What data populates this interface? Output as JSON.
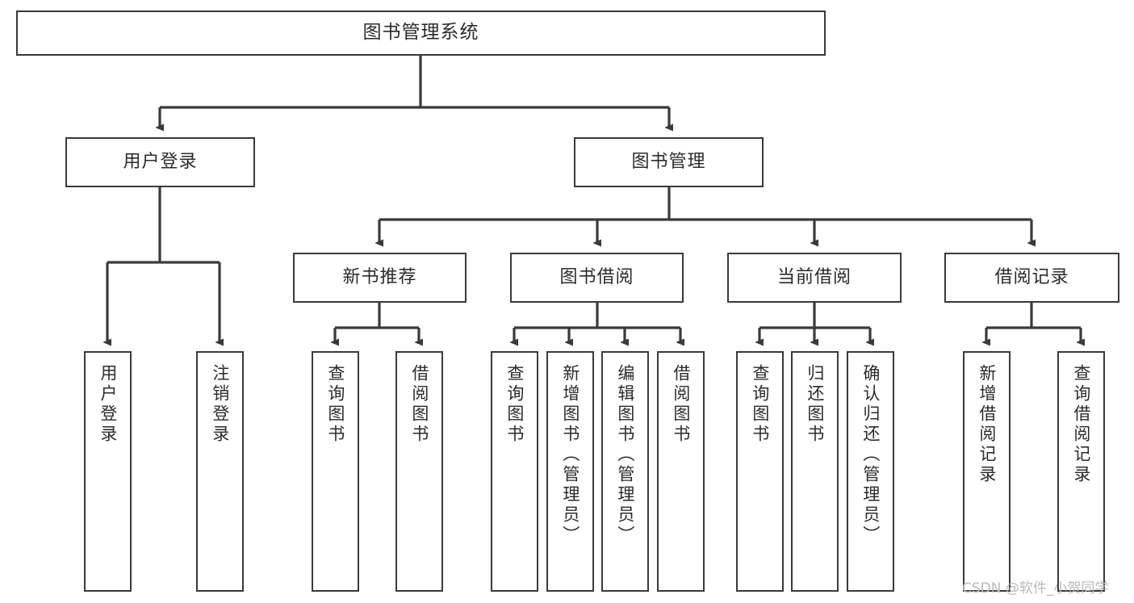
{
  "diagram": {
    "type": "tree",
    "title": "图书管理系统",
    "watermark": "CSDN @软件_小贺同学",
    "colors": {
      "box_border": "#3a3a3a",
      "box_fill": "#ffffff",
      "line": "#3a3a3a",
      "text": "#2b2b2b",
      "watermark": "#b9b9b9"
    },
    "root": {
      "label": "图书管理系统"
    },
    "level2": [
      {
        "label": "用户登录"
      },
      {
        "label": "图书管理"
      }
    ],
    "level3": [
      {
        "label": "新书推荐"
      },
      {
        "label": "图书借阅"
      },
      {
        "label": "当前借阅"
      },
      {
        "label": "借阅记录"
      }
    ],
    "leaves": {
      "user_login": [
        {
          "label": "用户登录"
        },
        {
          "label": "注销登录"
        }
      ],
      "new_book_recommend": [
        {
          "label": "查询图书"
        },
        {
          "label": "借阅图书"
        }
      ],
      "book_borrow": [
        {
          "label": "查询图书"
        },
        {
          "label": "新增图书（管理员）"
        },
        {
          "label": "编辑图书（管理员）"
        },
        {
          "label": "借阅图书"
        }
      ],
      "current_borrow": [
        {
          "label": "查询图书"
        },
        {
          "label": "归还图书"
        },
        {
          "label": "确认归还（管理员）"
        }
      ],
      "borrow_record": [
        {
          "label": "新增借阅记录"
        },
        {
          "label": "查询借阅记录"
        }
      ]
    }
  }
}
